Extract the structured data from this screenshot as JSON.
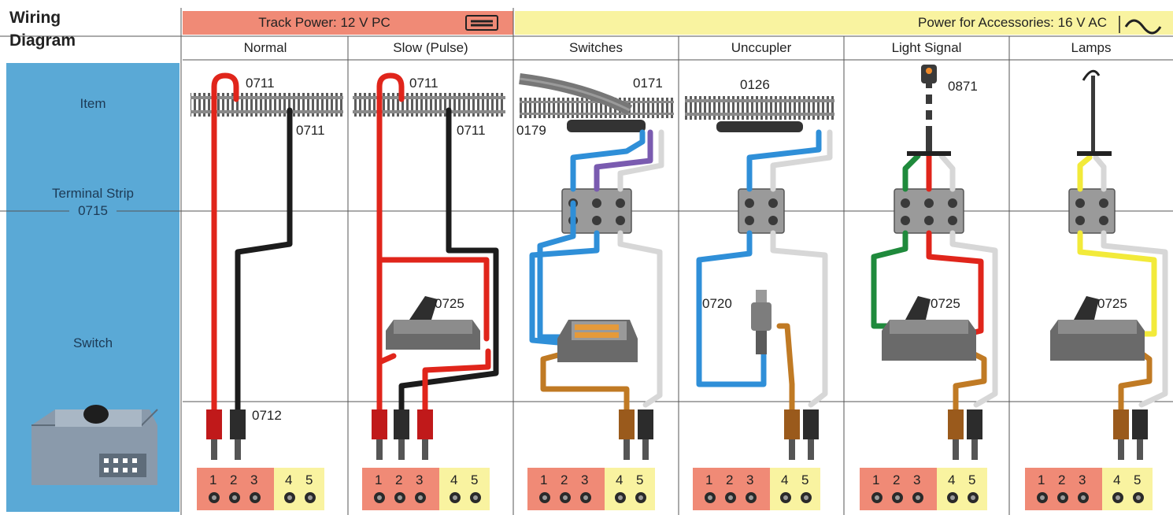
{
  "title": {
    "line1": "Wiring",
    "line2": "Diagram"
  },
  "header": {
    "track_power": "Track Power: 12 V PC",
    "accessory_power": "Power for Accessories: 16 V AC"
  },
  "columns": [
    "Normal",
    "Slow (Pulse)",
    "Switches",
    "Unccupler",
    "Light Signal",
    "Lamps"
  ],
  "rows": {
    "item": "Item",
    "terminal_strip": "Terminal Strip",
    "terminal_strip_code": "0715",
    "switch": "Switch"
  },
  "codes": {
    "normal_track_a": "0711",
    "normal_track_b": "0711",
    "normal_plug": "0712",
    "slow_track_a": "0711",
    "slow_track_b": "0711",
    "slow_switch": "0725",
    "switches_turnout": "0171",
    "switches_motor": "0179",
    "uncoupler_track": "0126",
    "uncoupler_button": "0720",
    "signal": "0871",
    "signal_switch": "0725",
    "lamp_switch": "0725"
  },
  "transformer_terminals": {
    "group_a": [
      "1",
      "2",
      "3"
    ],
    "group_b": [
      "4",
      "5"
    ]
  },
  "colors": {
    "left_panel": "#5aa9d6",
    "track_header": "#f08a76",
    "accessory_header": "#f9f3a0",
    "red_wire": "#e0251b",
    "black_wire": "#1c1c1c",
    "blue_wire": "#2f8fd8",
    "purple_wire": "#7a5bb0",
    "grey_wire": "#d7d7d7",
    "brown_wire": "#c07a24",
    "green_wire": "#1f8a3c",
    "yellow_wire": "#f2ea3a"
  }
}
